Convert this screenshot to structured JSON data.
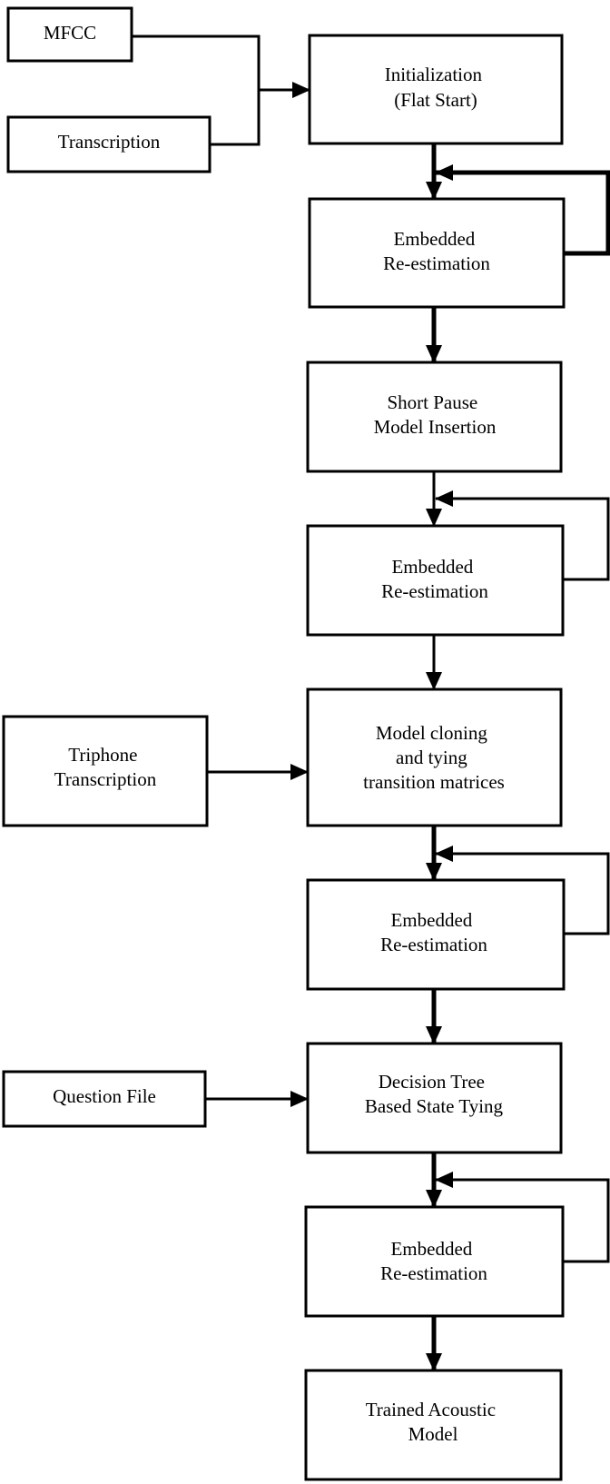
{
  "diagram": {
    "nodes": {
      "mfcc": {
        "lines": [
          "MFCC"
        ]
      },
      "transcription": {
        "lines": [
          "Transcription"
        ]
      },
      "init": {
        "lines": [
          "Initialization",
          "(Flat Start)"
        ]
      },
      "reest1": {
        "lines": [
          "Embedded",
          "Re-estimation"
        ]
      },
      "sp": {
        "lines": [
          "Short Pause",
          "Model Insertion"
        ]
      },
      "reest2": {
        "lines": [
          "Embedded",
          "Re-estimation"
        ]
      },
      "triphone": {
        "lines": [
          "Triphone",
          "Transcription"
        ]
      },
      "clone": {
        "lines": [
          "Model cloning",
          "and tying",
          "transition matrices"
        ]
      },
      "reest3": {
        "lines": [
          "Embedded",
          "Re-estimation"
        ]
      },
      "question": {
        "lines": [
          "Question File"
        ]
      },
      "tree": {
        "lines": [
          "Decision Tree",
          "Based State Tying"
        ]
      },
      "reest4": {
        "lines": [
          "Embedded",
          "Re-estimation"
        ]
      },
      "trained": {
        "lines": [
          "Trained Acoustic",
          "Model"
        ]
      }
    },
    "edges": [
      {
        "from": "mfcc",
        "to": "init"
      },
      {
        "from": "transcription",
        "to": "init"
      },
      {
        "from": "init",
        "to": "reest1"
      },
      {
        "from": "reest1",
        "to": "reest1",
        "kind": "loop"
      },
      {
        "from": "reest1",
        "to": "sp"
      },
      {
        "from": "sp",
        "to": "reest2"
      },
      {
        "from": "reest2",
        "to": "reest2",
        "kind": "loop"
      },
      {
        "from": "reest2",
        "to": "clone"
      },
      {
        "from": "triphone",
        "to": "clone"
      },
      {
        "from": "clone",
        "to": "reest3"
      },
      {
        "from": "reest3",
        "to": "reest3",
        "kind": "loop"
      },
      {
        "from": "reest3",
        "to": "tree"
      },
      {
        "from": "question",
        "to": "tree"
      },
      {
        "from": "tree",
        "to": "reest4"
      },
      {
        "from": "reest4",
        "to": "reest4",
        "kind": "loop"
      },
      {
        "from": "reest4",
        "to": "trained"
      }
    ]
  }
}
